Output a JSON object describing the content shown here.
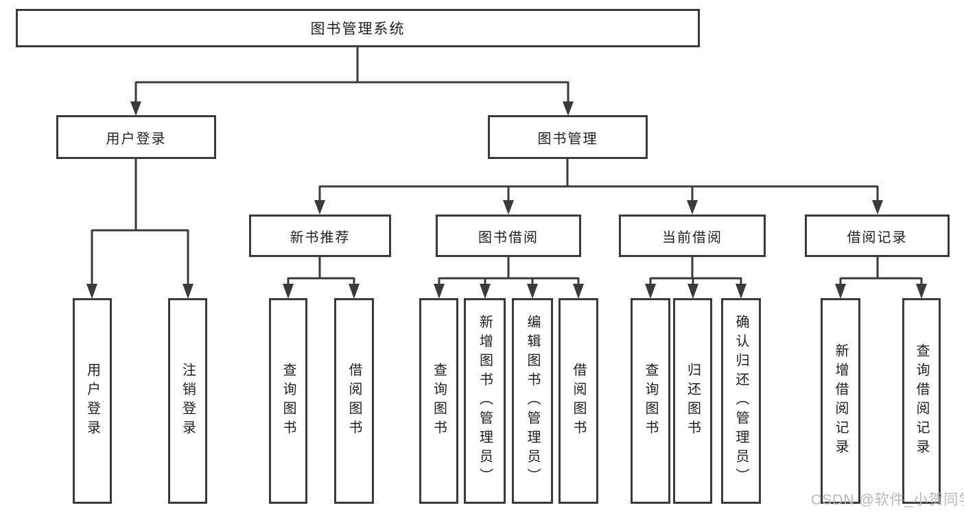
{
  "colors": {
    "line": "#3a3a3a",
    "text": "#1f1f1f",
    "watermark": "#b9b9b9",
    "background": "#ffffff"
  },
  "tree": {
    "root": {
      "label": "图书管理系统"
    },
    "branches": [
      {
        "label": "用户登录",
        "children": [
          {
            "label": "用户登录"
          },
          {
            "label": "注销登录"
          }
        ]
      },
      {
        "label": "图书管理",
        "sections": [
          {
            "label": "新书推荐",
            "children": [
              {
                "label": "查询图书"
              },
              {
                "label": "借阅图书"
              }
            ]
          },
          {
            "label": "图书借阅",
            "children": [
              {
                "label": "查询图书"
              },
              {
                "label": "新增图书（管理员）"
              },
              {
                "label": "编辑图书（管理员）"
              },
              {
                "label": "借阅图书"
              }
            ]
          },
          {
            "label": "当前借阅",
            "children": [
              {
                "label": "查询图书"
              },
              {
                "label": "归还图书"
              },
              {
                "label": "确认归还（管理员）"
              }
            ]
          },
          {
            "label": "借阅记录",
            "children": [
              {
                "label": "新增借阅记录"
              },
              {
                "label": "查询借阅记录"
              }
            ]
          }
        ]
      }
    ]
  },
  "watermark": {
    "text": "CSDN @软件_小贺同学"
  }
}
